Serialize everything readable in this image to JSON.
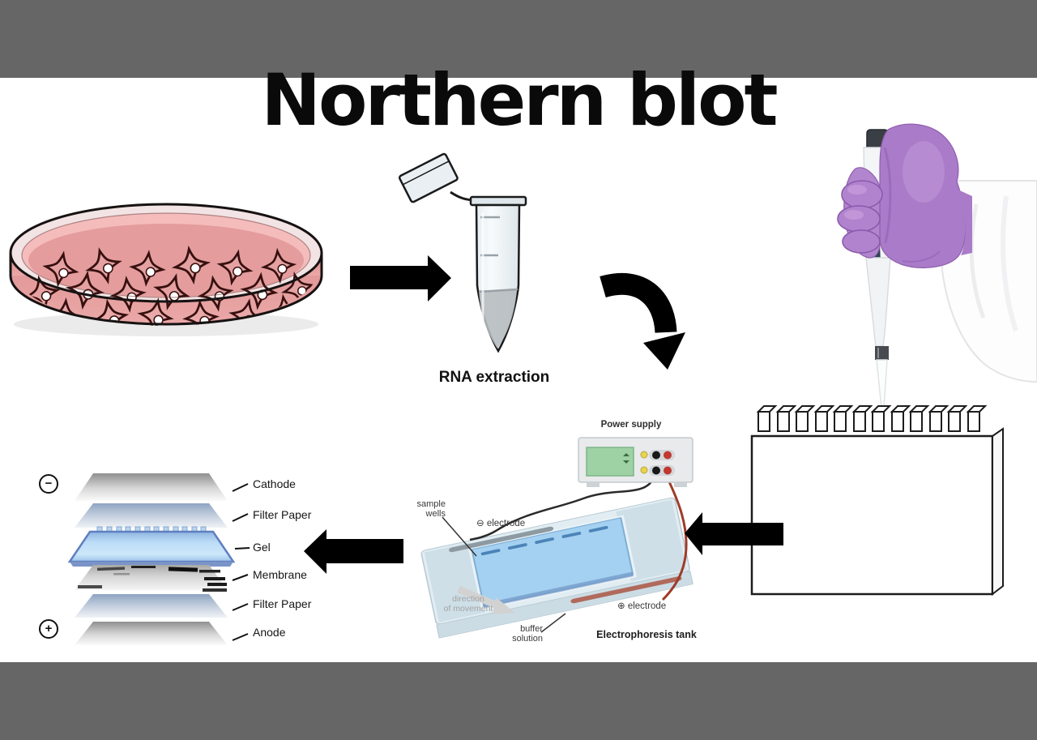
{
  "title": "Northern blot",
  "steps": {
    "rna_extraction": "RNA extraction"
  },
  "tank": {
    "power_supply": "Power supply",
    "sample_wells": "sample\nwells",
    "negative_electrode": "⊖ electrode",
    "direction_of_movement": "direction\nof movement",
    "buffer_solution": "buffer\nsolution",
    "positive_electrode": "⊕ electrode",
    "tank_title": "Electrophoresis tank"
  },
  "blot_stack": {
    "minus_symbol": "−",
    "plus_symbol": "+",
    "layers": [
      "Cathode",
      "Filter Paper",
      "Gel",
      "Membrane",
      "Filter Paper",
      "Anode"
    ]
  },
  "colors": {
    "frame_bar": "#666666",
    "glove_purple": "#a97bc8",
    "dish_medium_pink": "#e49c9c",
    "gel_blue": "#a4d1f1",
    "arrow_black": "#000000",
    "power_screen_green": "#9ed2a4"
  }
}
